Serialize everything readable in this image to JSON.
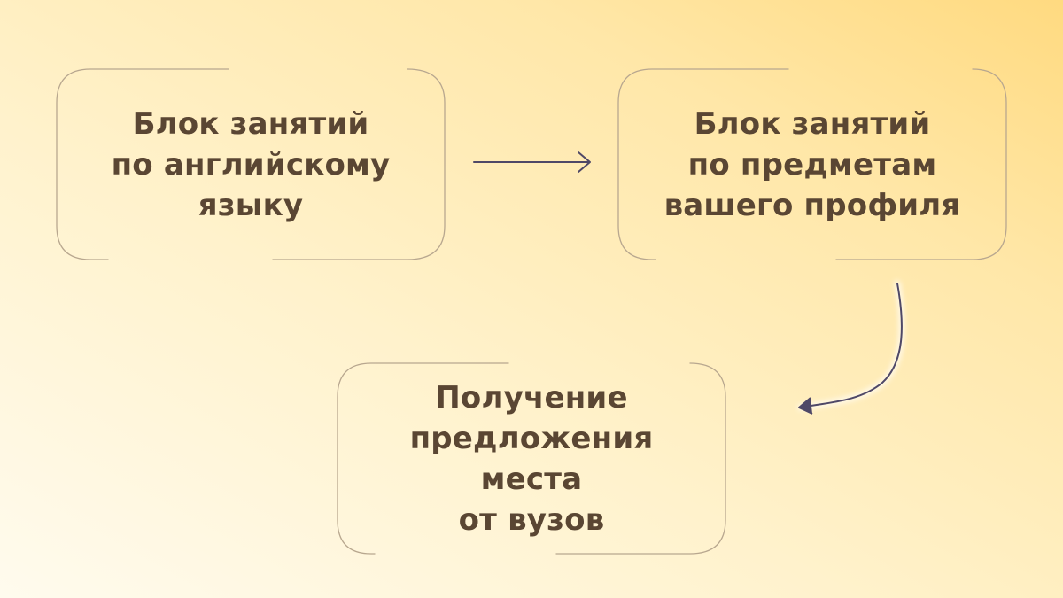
{
  "diagram": {
    "nodes": [
      {
        "id": "english-block",
        "text": "Блок занятий\nпо английскому\nязыку"
      },
      {
        "id": "profile-block",
        "text": "Блок занятий\nпо предметам\nвашего профиля"
      },
      {
        "id": "offer-block",
        "text": "Получение\nпредложения места\nот вузов"
      }
    ],
    "edges": [
      {
        "from": "english-block",
        "to": "profile-block"
      },
      {
        "from": "profile-block",
        "to": "offer-block"
      }
    ]
  },
  "colors": {
    "text": "#5a4633",
    "box_border": "#b8a78f",
    "arrow": "#4f4867"
  }
}
